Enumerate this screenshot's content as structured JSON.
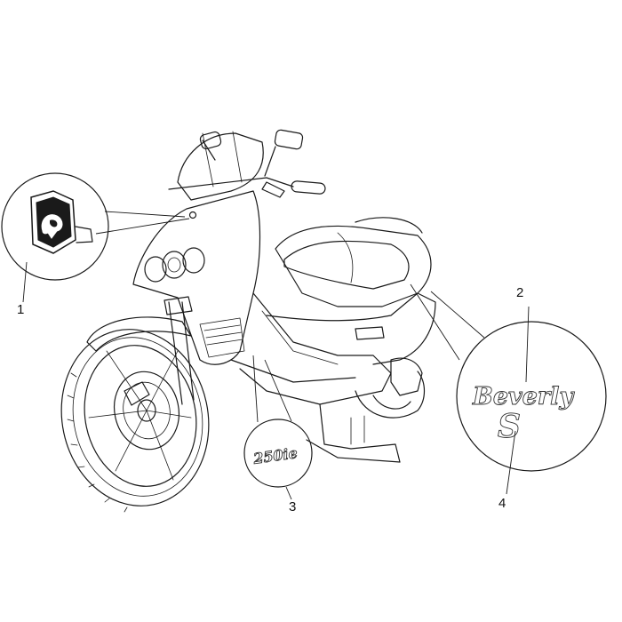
{
  "callouts": [
    {
      "id": "1",
      "label": "1"
    },
    {
      "id": "2",
      "label": "2"
    },
    {
      "id": "3",
      "label": "3"
    },
    {
      "id": "4",
      "label": "4"
    }
  ],
  "decals": {
    "model_name": "Beverly",
    "model_suffix": "S",
    "engine_badge": "250ie"
  }
}
